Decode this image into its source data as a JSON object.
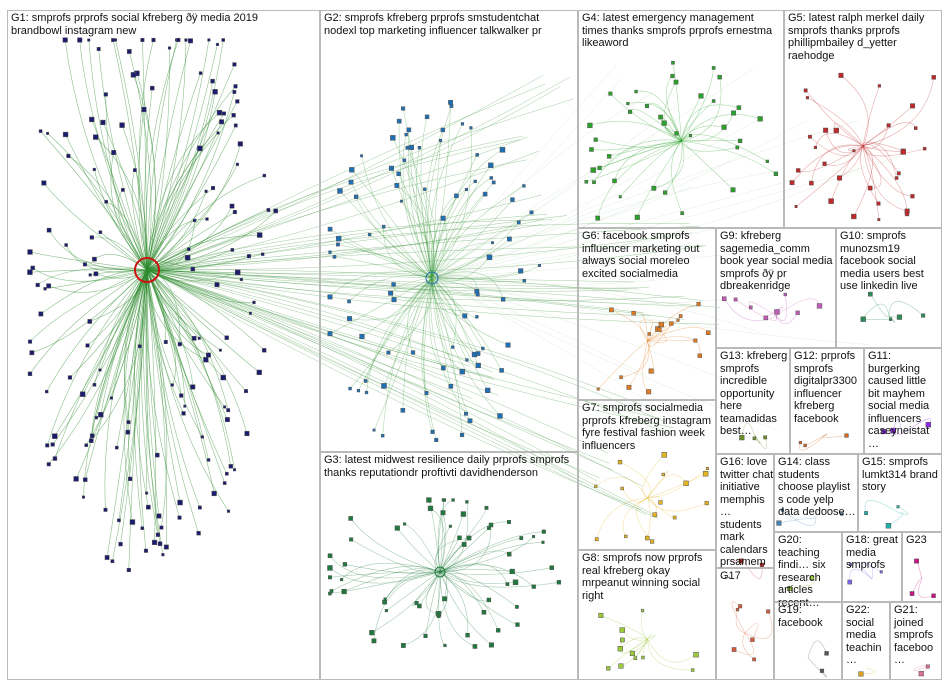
{
  "graph": {
    "groups": [
      {
        "id": "G1",
        "title": "G1: smprofs prprofs social kfreberg ðÿ media 2019 brandbowl instagram new",
        "color": "#1c1c6e"
      },
      {
        "id": "G2",
        "title": "G2: smprofs kfreberg prprofs smstudentchat nodexl top marketing influencer talkwalker pr",
        "color": "#1f6fb4"
      },
      {
        "id": "G3",
        "title": "G3: latest midwest resilience daily prprofs smprofs thanks reputationdr proftivti davidhenderson",
        "color": "#1e7a3c"
      },
      {
        "id": "G4",
        "title": "G4: latest emergency management times thanks smprofs prprofs ernestma likeaword",
        "color": "#2aa22a"
      },
      {
        "id": "G5",
        "title": "G5: latest ralph merkel daily smprofs thanks prprofs phillipmbailey d_yetter raehodge",
        "color": "#c0282a"
      },
      {
        "id": "G6",
        "title": "G6: facebook smprofs influencer marketing out always social moreleo excited socialmedia",
        "color": "#e07b1f"
      },
      {
        "id": "G7",
        "title": "G7: smprofs socialmedia prprofs kfreberg instagram fyre festival fashion week influencers",
        "color": "#e4b41f"
      },
      {
        "id": "G8",
        "title": "G8: smprofs now prprofs real kfreberg okay mrpeanut winning social right",
        "color": "#9bc93a"
      },
      {
        "id": "G9",
        "title": "G9: kfreberg sagemedia_comm book year social media smprofs ðÿ pr dbreakenridge",
        "color": "#c25ab8"
      },
      {
        "id": "G10",
        "title": "G10: smprofs munozsm19 facebook social media users best use linkedin live",
        "color": "#2e8b57"
      },
      {
        "id": "G11",
        "title": "G11: burgerking caused little bit mayhem social media influencers caseyneistat…",
        "color": "#8a2be2"
      },
      {
        "id": "G12",
        "title": "G12: prprofs smprofs digitalpr3300 influencer kfreberg facebook",
        "color": "#d2691e"
      },
      {
        "id": "G13",
        "title": "G13: kfreberg smprofs incredible opportunity here teamadidas best…",
        "color": "#6b8e23"
      },
      {
        "id": "G14",
        "title": "G14: class students choose playlist s code yelp data dedoose…",
        "color": "#4682b4"
      },
      {
        "id": "G15",
        "title": "G15: smprofs lumkt314 brand story",
        "color": "#20b2aa"
      },
      {
        "id": "G16",
        "title": "G16: love twitter chat initiative memphis… students mark calendars prsamem…",
        "color": "#b22222"
      },
      {
        "id": "G17",
        "title": "G17",
        "color": "#d65c3a"
      },
      {
        "id": "G18",
        "title": "G18: great media smprofs",
        "color": "#7b68ee"
      },
      {
        "id": "G19",
        "title": "G19: facebook",
        "color": "#555555"
      },
      {
        "id": "G20",
        "title": "G20: teaching findi… six research articles recent…",
        "color": "#9acd32"
      },
      {
        "id": "G21",
        "title": "G21: joined smprofs faceboo…",
        "color": "#db7093"
      },
      {
        "id": "G22",
        "title": "G22: social media teachin…",
        "color": "#daa520"
      },
      {
        "id": "G23",
        "title": "G23",
        "color": "#c71585"
      }
    ]
  }
}
